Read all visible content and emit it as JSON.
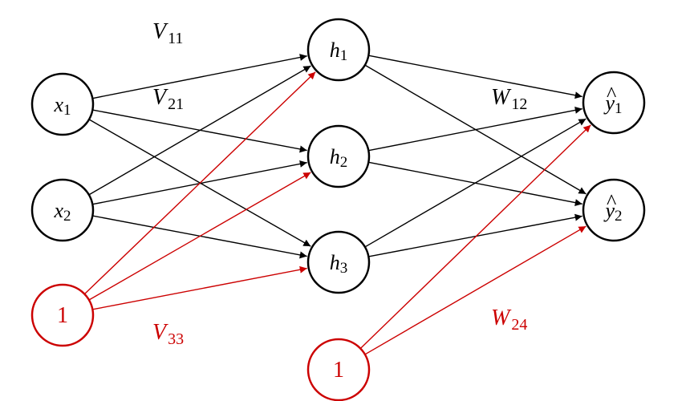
{
  "colors": {
    "normal": "#000000",
    "bias": "#cc0000"
  },
  "nodes": [
    {
      "id": "x1",
      "label": "x",
      "sub": "1",
      "hat": false,
      "bias": false,
      "layer": "input"
    },
    {
      "id": "x2",
      "label": "x",
      "sub": "2",
      "hat": false,
      "bias": false,
      "layer": "input"
    },
    {
      "id": "b1",
      "label": "1",
      "sub": "",
      "hat": false,
      "bias": true,
      "layer": "input-bias"
    },
    {
      "id": "h1",
      "label": "h",
      "sub": "1",
      "hat": false,
      "bias": false,
      "layer": "hidden"
    },
    {
      "id": "h2",
      "label": "h",
      "sub": "2",
      "hat": false,
      "bias": false,
      "layer": "hidden"
    },
    {
      "id": "h3",
      "label": "h",
      "sub": "3",
      "hat": false,
      "bias": false,
      "layer": "hidden"
    },
    {
      "id": "b2",
      "label": "1",
      "sub": "",
      "hat": false,
      "bias": true,
      "layer": "hidden-bias"
    },
    {
      "id": "y1",
      "label": "y",
      "sub": "1",
      "hat": true,
      "bias": false,
      "layer": "output"
    },
    {
      "id": "y2",
      "label": "y",
      "sub": "2",
      "hat": true,
      "bias": false,
      "layer": "output"
    }
  ],
  "edges": [
    {
      "from": "x1",
      "to": "h1"
    },
    {
      "from": "x1",
      "to": "h2"
    },
    {
      "from": "x1",
      "to": "h3"
    },
    {
      "from": "x2",
      "to": "h1"
    },
    {
      "from": "x2",
      "to": "h2"
    },
    {
      "from": "x2",
      "to": "h3"
    },
    {
      "from": "b1",
      "to": "h1"
    },
    {
      "from": "b1",
      "to": "h2"
    },
    {
      "from": "b1",
      "to": "h3"
    },
    {
      "from": "h1",
      "to": "y1"
    },
    {
      "from": "h1",
      "to": "y2"
    },
    {
      "from": "h2",
      "to": "y1"
    },
    {
      "from": "h2",
      "to": "y2"
    },
    {
      "from": "h3",
      "to": "y1"
    },
    {
      "from": "h3",
      "to": "y2"
    },
    {
      "from": "b2",
      "to": "y1"
    },
    {
      "from": "b2",
      "to": "y2"
    }
  ],
  "weight_labels": [
    {
      "id": "V11",
      "main": "V",
      "sub": "11",
      "bias": false
    },
    {
      "id": "V21",
      "main": "V",
      "sub": "21",
      "bias": false
    },
    {
      "id": "W12",
      "main": "W",
      "sub": "12",
      "bias": false
    },
    {
      "id": "V33",
      "main": "V",
      "sub": "33",
      "bias": true
    },
    {
      "id": "W24",
      "main": "W",
      "sub": "24",
      "bias": true
    }
  ]
}
